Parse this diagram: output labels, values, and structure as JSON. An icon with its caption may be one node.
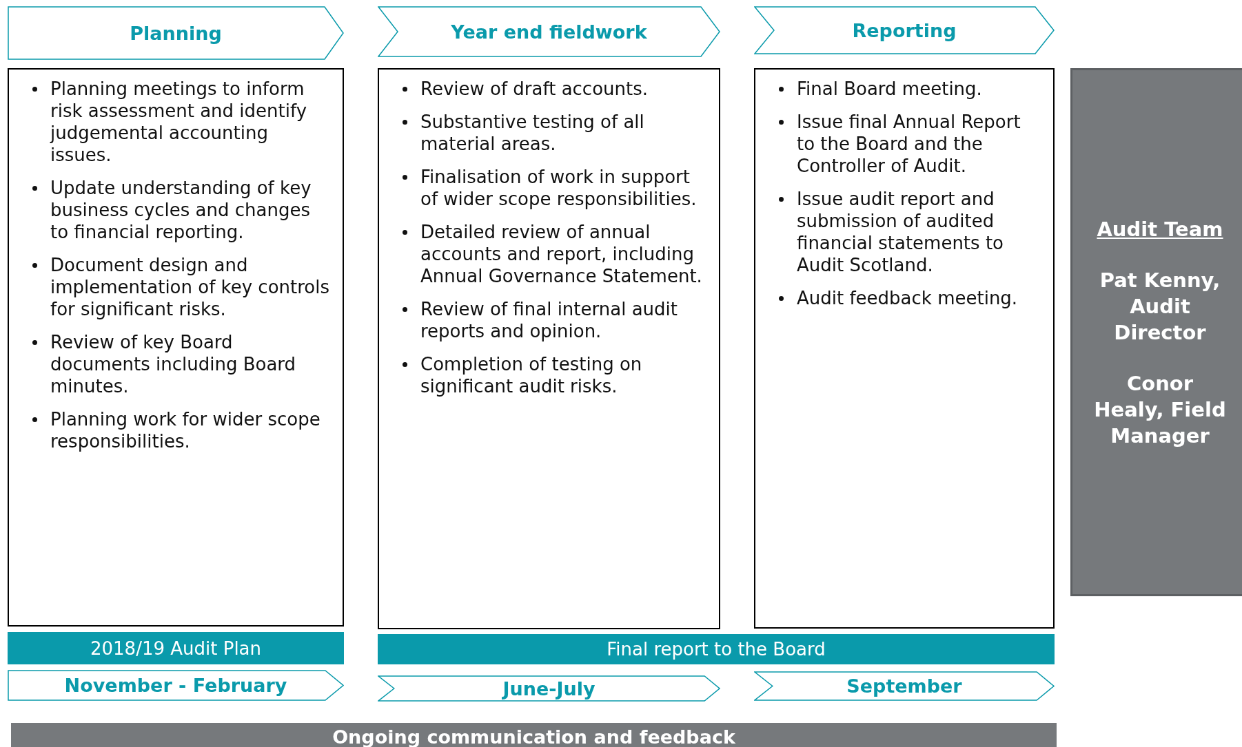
{
  "diagram": {
    "nodes": [
      {
        "text": [
          "Planning"
        ]
      },
      {
        "text": [
          "Year end fieldwork"
        ]
      },
      {
        "text": [
          "Reporting"
        ]
      },
      {
        "text": [
          "Planning meetings to inform risk assessment and identify judgemental accounting issues.",
          "Update understanding of key business cycles and changes to financial reporting.",
          "Document design and implementation of key controls for significant risks.",
          "Review of key Board documents including Board minutes.",
          "Planning work for wider scope responsibilities."
        ]
      },
      {
        "text": [
          "Review of draft accounts.",
          "Substantive testing of all material areas.",
          "Finalisation of work in support of wider scope responsibilities.",
          "Detailed review of annual accounts and report, including Annual Governance Statement.",
          "Review of final internal audit reports and opinion.",
          "Completion of testing on significant audit risks."
        ]
      },
      {
        "text": [
          "Final Board meeting.",
          "Issue final Annual Report to the Board and the Controller of Audit.",
          "Issue audit report and submission of audited financial statements to Audit Scotland.",
          "Audit feedback meeting."
        ]
      },
      {
        "text": [
          "Audit Team",
          "Pat Kenny, Audit Director",
          "Conor Healy, Field Manager"
        ]
      },
      {
        "text": [
          "2018/19 Audit Plan"
        ]
      },
      {
        "text": [
          "Final report to the Board"
        ]
      },
      {
        "text": [
          "November - February"
        ]
      },
      {
        "text": [
          "June-July"
        ]
      },
      {
        "text": [
          "September"
        ]
      },
      {
        "text": [
          "Ongoing communication and feedback"
        ]
      }
    ],
    "edges": []
  }
}
